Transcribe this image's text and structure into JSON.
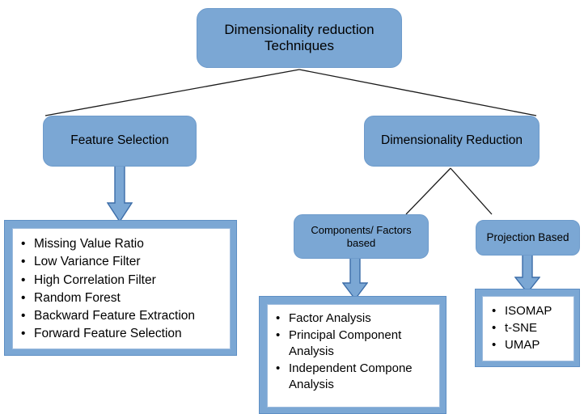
{
  "diagram": {
    "title": "Dimensionality reduction Techniques",
    "colors": {
      "node_fill": "#7BA7D4",
      "node_border": "#6E9BCB",
      "panel_fill": "#7BA7D4",
      "panel_inner": "#FFFFFF",
      "arrow_fill": "#7BA7D4",
      "arrow_border": "#3C6DA8",
      "connector_line": "#1A1A1A",
      "text": "#000000",
      "background": "#FFFFFF"
    },
    "root": {
      "label": "Dimensionality reduction\nTechniques"
    },
    "branches": [
      {
        "key": "feature_selection",
        "label": "Feature Selection",
        "items": [
          "Missing Value Ratio",
          "Low Variance Filter",
          "High Correlation Filter",
          "Random Forest",
          "Backward Feature Extraction",
          "Forward Feature Selection"
        ]
      },
      {
        "key": "dimensionality_reduction",
        "label": "Dimensionality Reduction",
        "children": [
          {
            "key": "components_factors_based",
            "label": "Components/ Factors\nbased",
            "items": [
              "Factor Analysis",
              "Principal Component\nAnalysis",
              "Independent Compone\nAnalysis"
            ]
          },
          {
            "key": "projection_based",
            "label": "Projection Based",
            "items": [
              "ISOMAP",
              "t-SNE",
              "UMAP"
            ]
          }
        ]
      }
    ],
    "bullet_glyph": "•",
    "arrows": [
      {
        "name": "arrow-feature-selection-to-list"
      },
      {
        "name": "arrow-components-factors-to-list"
      },
      {
        "name": "arrow-projection-based-to-list"
      }
    ],
    "connectors": [
      {
        "name": "root-to-feature-selection"
      },
      {
        "name": "root-to-dimensionality-reduction"
      },
      {
        "name": "dimensionality-reduction-to-components-factors"
      },
      {
        "name": "dimensionality-reduction-to-projection-based"
      }
    ]
  }
}
